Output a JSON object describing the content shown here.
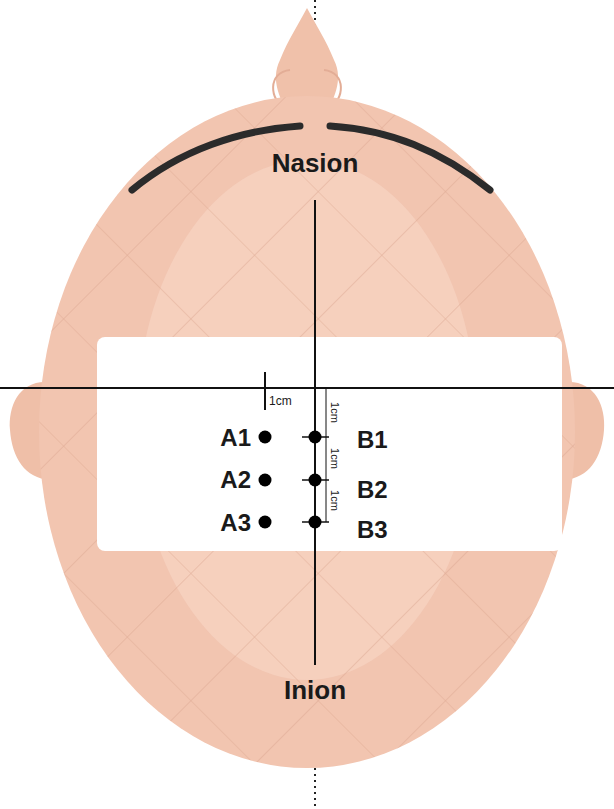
{
  "diagram": {
    "labels": [
      "Nasion",
      "1cm",
      "1cm",
      "A1",
      "B1",
      "1cm",
      "A2",
      "B2",
      "1cm",
      "A3",
      "B3",
      "Inion"
    ]
  }
}
